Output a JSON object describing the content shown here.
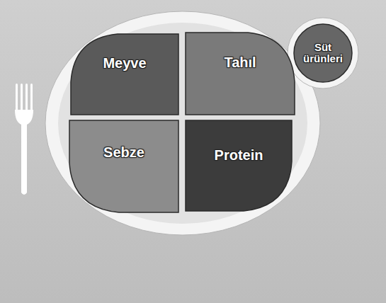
{
  "diagram": {
    "nodes": [
      {
        "text": [
          "Meyve"
        ]
      },
      {
        "text": [
          "Tahıl"
        ]
      },
      {
        "text": [
          "Sebze"
        ]
      },
      {
        "text": [
          "Protein"
        ]
      },
      {
        "text": [
          "Süt ürünleri"
        ]
      }
    ]
  }
}
